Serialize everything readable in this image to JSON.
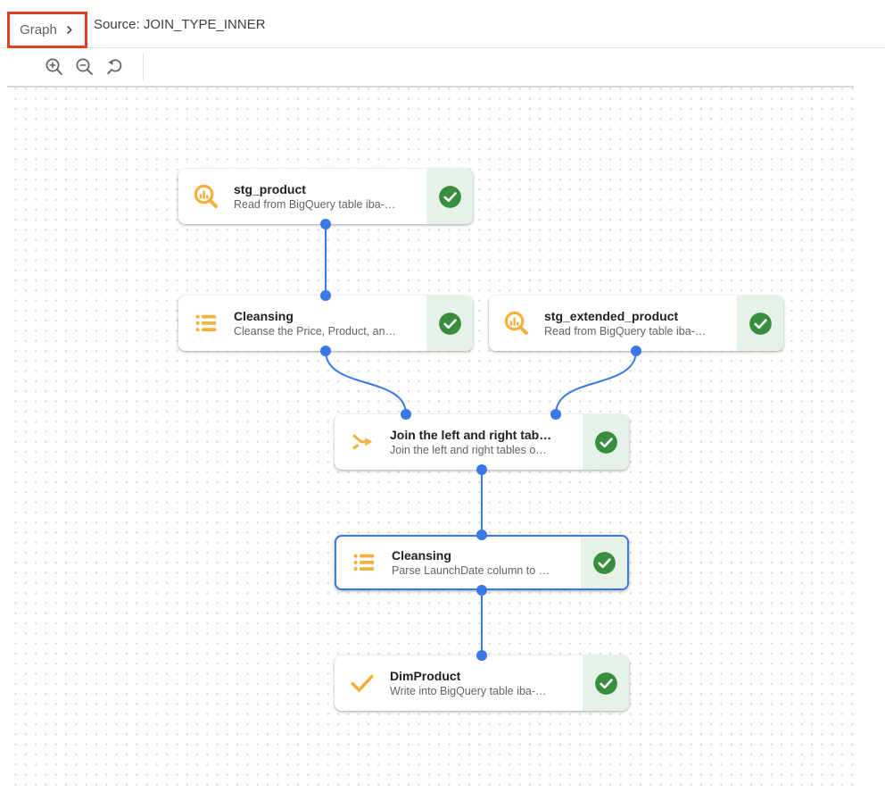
{
  "breadcrumb": {
    "graph_label": "Graph",
    "source_label": "Source: JOIN_TYPE_INNER"
  },
  "toolbar": {
    "zoom_in": "Zoom in",
    "zoom_out": "Zoom out",
    "zoom_reset": "Reset zoom"
  },
  "graph": {
    "nodes": [
      {
        "id": "stg_product",
        "title": "stg_product",
        "subtitle": "Read from BigQuery table iba-…",
        "icon": "search-data",
        "status": "success",
        "selected": false
      },
      {
        "id": "cleansing_1",
        "title": "Cleansing",
        "subtitle": "Cleanse the Price, Product, an…",
        "icon": "list",
        "status": "success",
        "selected": false
      },
      {
        "id": "stg_extended_product",
        "title": "stg_extended_product",
        "subtitle": "Read from BigQuery table iba-…",
        "icon": "search-data",
        "status": "success",
        "selected": false
      },
      {
        "id": "join",
        "title": "Join the left and right tab…",
        "subtitle": "Join the left and right tables o…",
        "icon": "join",
        "status": "success",
        "selected": false
      },
      {
        "id": "cleansing_2",
        "title": "Cleansing",
        "subtitle": "Parse LaunchDate column to …",
        "icon": "list",
        "status": "success",
        "selected": true
      },
      {
        "id": "dim_product",
        "title": "DimProduct",
        "subtitle": "Write into BigQuery table iba-…",
        "icon": "check",
        "status": "success",
        "selected": false
      }
    ],
    "edges": [
      {
        "from": "stg_product",
        "to": "cleansing_1"
      },
      {
        "from": "cleansing_1",
        "to": "join",
        "to_port": "top-left"
      },
      {
        "from": "stg_extended_product",
        "to": "join",
        "to_port": "top-right"
      },
      {
        "from": "join",
        "to": "cleansing_2"
      },
      {
        "from": "cleansing_2",
        "to": "dim_product"
      }
    ]
  },
  "colors": {
    "accent_blue": "#3b78e7",
    "icon_yellow": "#f2b13d",
    "status_green": "#388e3c",
    "status_green_bg": "#e6f1e7",
    "annotation_red": "#e23e26"
  }
}
